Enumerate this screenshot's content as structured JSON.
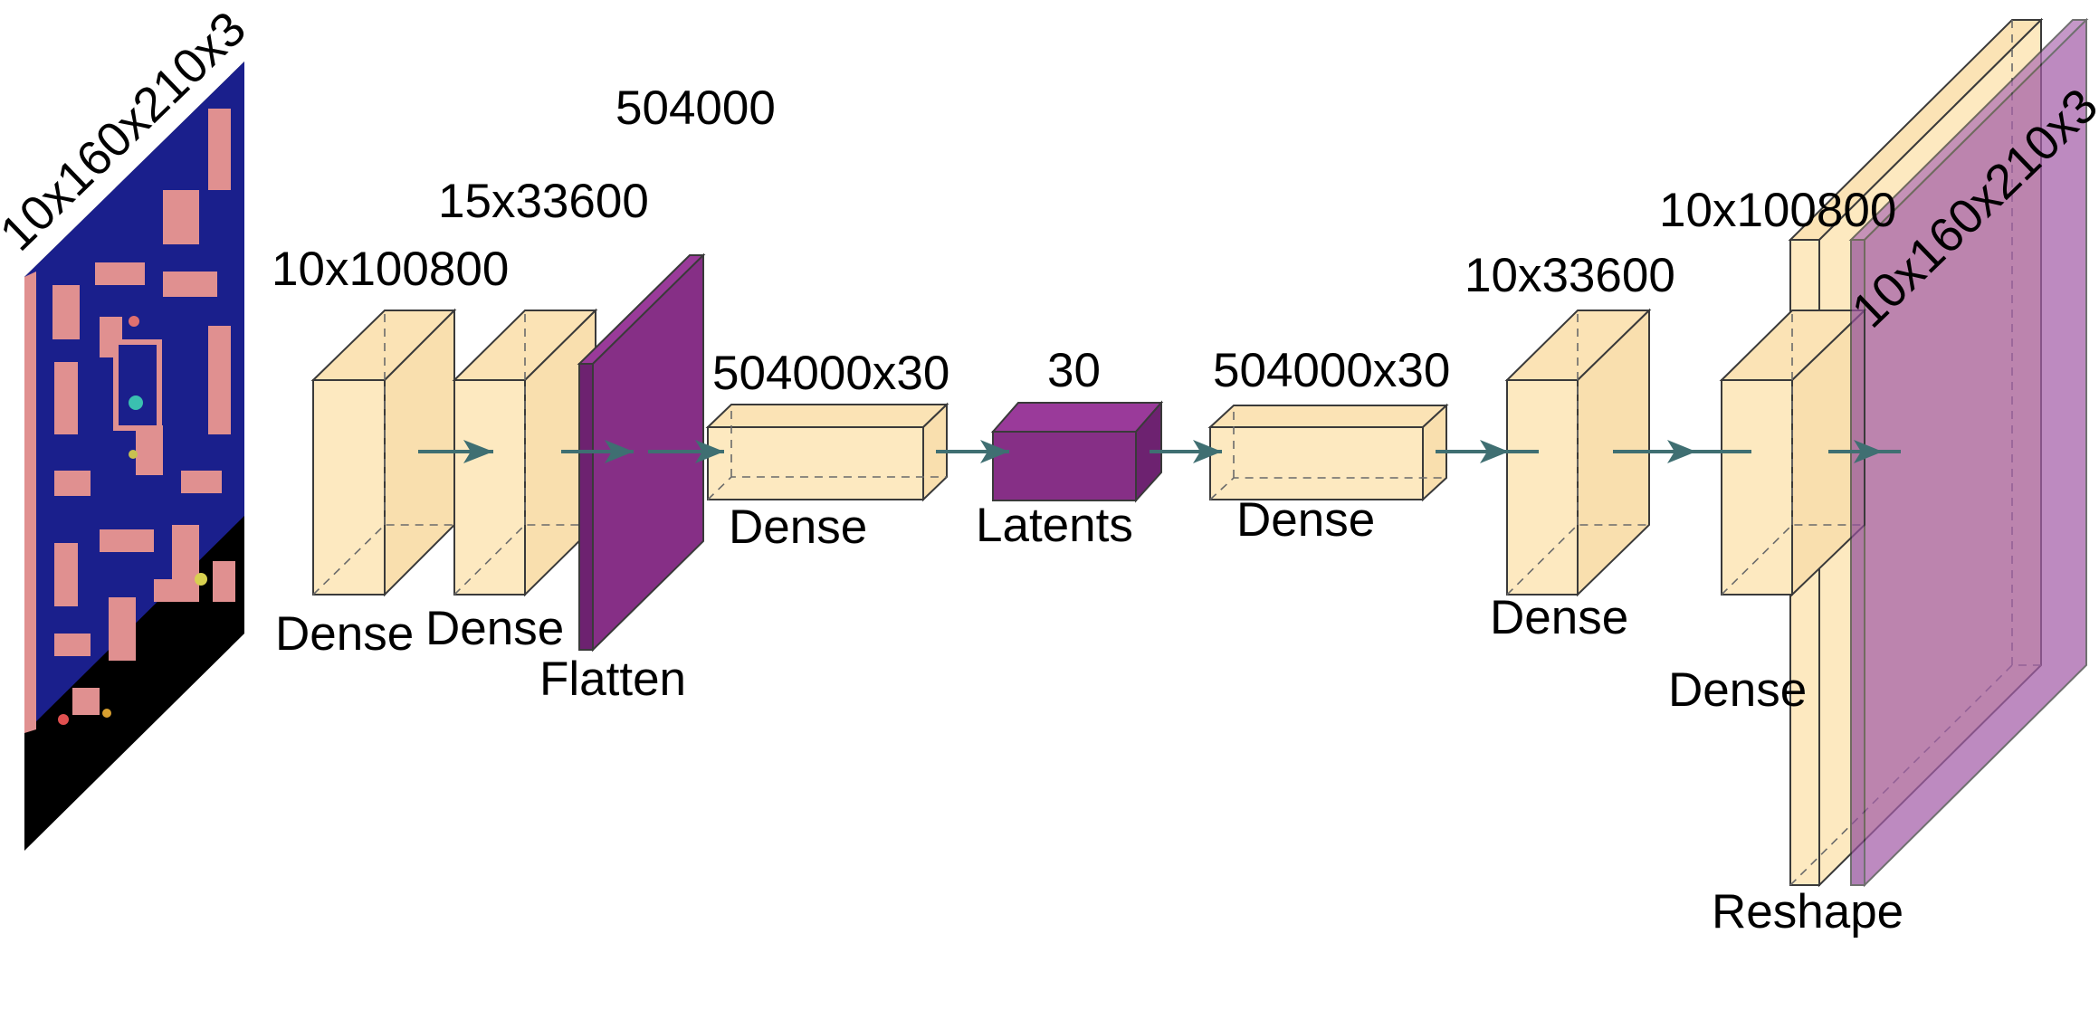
{
  "colors": {
    "dense_block": "#fde9c0",
    "dense_block_side": "#f9dfae",
    "purple_block": "#862f86",
    "purple_side": "#6d2270",
    "reshape_purple": "#a45ea8",
    "arrow": "#3f6f72",
    "pacman_maze_blue": "#1a1f8c",
    "pacman_walls": "#e09090",
    "pacman_black": "#000000"
  },
  "input": {
    "shape_label": "10x160x210x3",
    "icon": "pacman-frame-stack"
  },
  "encoder": {
    "dense1": {
      "name": "Dense",
      "shape": "10x100800"
    },
    "dense2": {
      "name": "Dense",
      "shape": "15x33600"
    },
    "flatten": {
      "name": "Flatten",
      "shape": "504000"
    },
    "dense3": {
      "name": "Dense",
      "shape": "504000x30"
    }
  },
  "latents": {
    "name": "Latents",
    "shape": "30"
  },
  "decoder": {
    "dense1": {
      "name": "Dense",
      "shape": "504000x30"
    },
    "dense2": {
      "name": "Dense",
      "shape": "10x33600"
    },
    "dense3": {
      "name": "Dense",
      "shape": "10x100800"
    },
    "reshape": {
      "name": "Reshape",
      "shape": "10x160x210x3"
    }
  }
}
